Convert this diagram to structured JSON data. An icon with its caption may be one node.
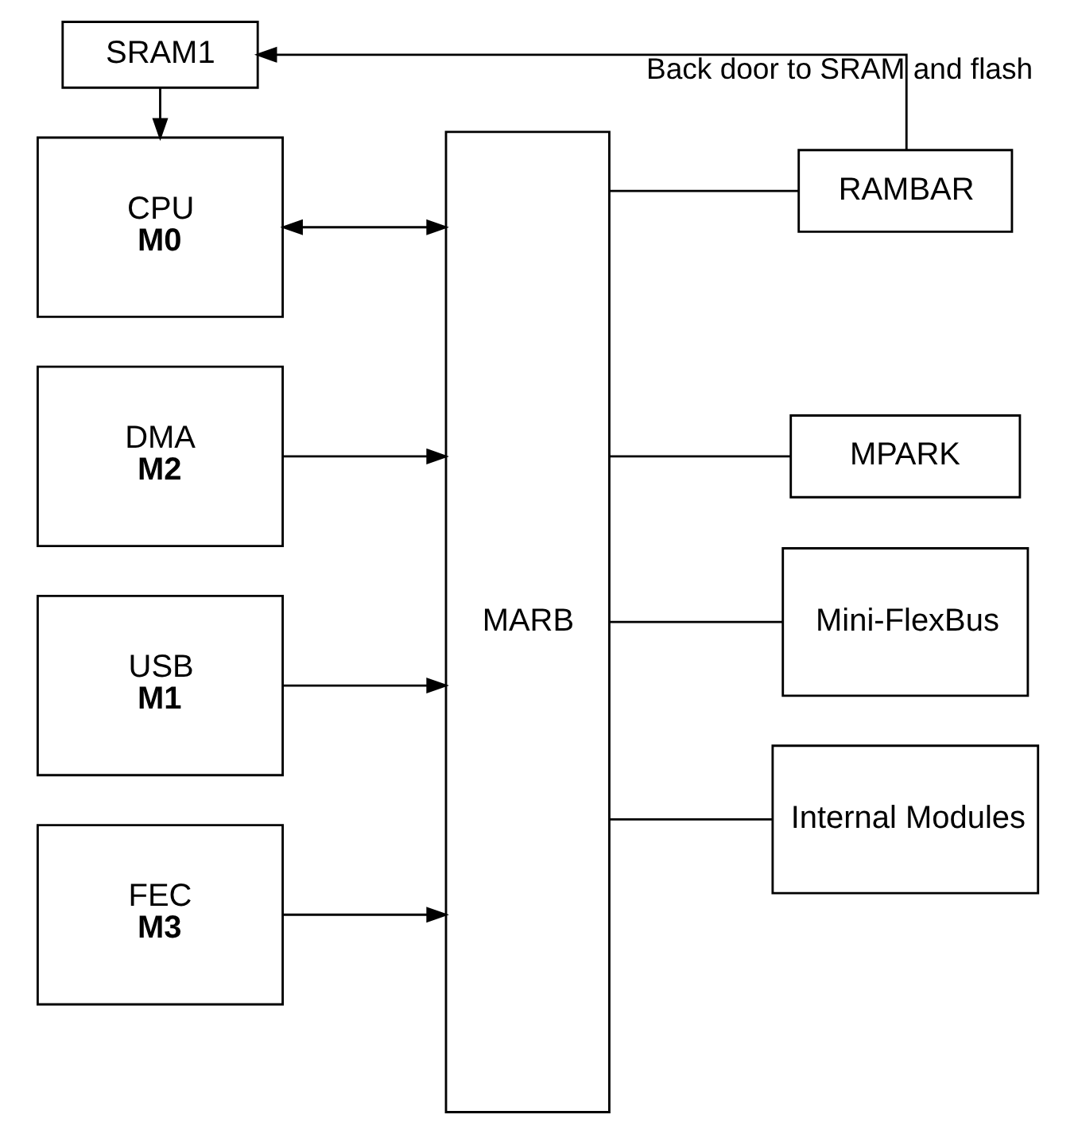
{
  "diagram": {
    "nodes": [
      {
        "text": [
          "SRAM1"
        ]
      },
      {
        "text": [
          "MPARK"
        ]
      },
      {
        "text": [
          "RAMBAR"
        ]
      },
      {
        "text": [
          "CPU",
          "M0"
        ]
      },
      {
        "text": [
          "DMA",
          "M2"
        ]
      },
      {
        "text": [
          "USB",
          "M1"
        ]
      },
      {
        "text": [
          "FEC",
          "M3"
        ]
      },
      {
        "text": [
          "MARB"
        ]
      },
      {
        "text": [
          "Mini-FlexBus"
        ]
      },
      {
        "text": [
          "Internal Modules"
        ]
      }
    ],
    "edges": [
      {
        "from": 2,
        "to": 0,
        "arrow": "to",
        "label": "Back door to SRAM and flash"
      },
      {
        "from": 0,
        "to": 3,
        "arrow": "to"
      },
      {
        "from": 3,
        "to": 7,
        "arrow": "both"
      },
      {
        "from": 4,
        "to": 7,
        "arrow": "to"
      },
      {
        "from": 5,
        "to": 7,
        "arrow": "to"
      },
      {
        "from": 6,
        "to": 7,
        "arrow": "to"
      },
      {
        "from": 7,
        "to": 1,
        "arrow": "none"
      },
      {
        "from": 7,
        "to": 2,
        "arrow": "none"
      },
      {
        "from": 7,
        "to": 8,
        "arrow": "none"
      },
      {
        "from": 7,
        "to": 9,
        "arrow": "none"
      }
    ]
  }
}
